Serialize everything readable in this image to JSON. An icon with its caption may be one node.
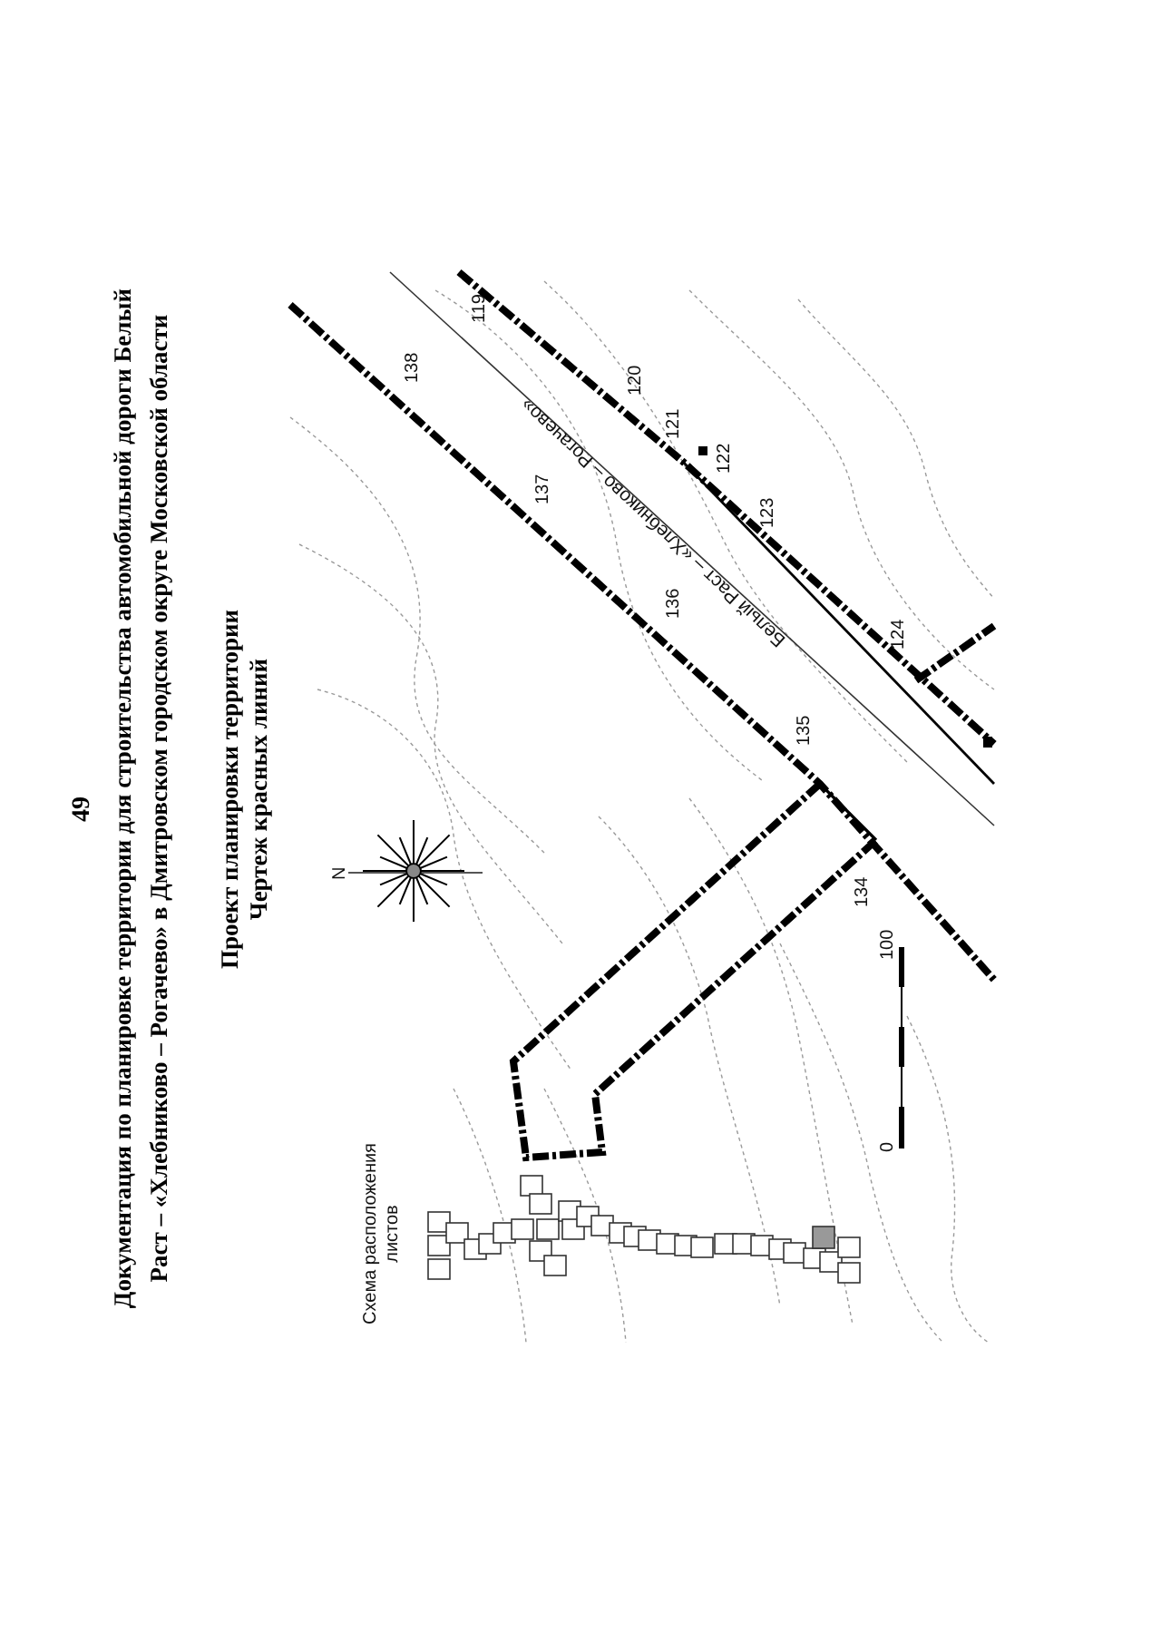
{
  "diagram": {
    "title": "Документация по планировке территории для строительства автомобильной дороги Белый Раст – «Хлебниково – Рогачево» в Дмитровском городском округе Московской области",
    "labels": [
      "49",
      "Проект планировки территории",
      "Чертеж красных линий",
      "119",
      "120",
      "121",
      "122",
      "123",
      "124",
      "138",
      "137",
      "136",
      "135",
      "134",
      "Белый Раст – «Хлебниково – Рогачево»",
      "N",
      "0",
      "100",
      "Схема расположения листов"
    ]
  }
}
